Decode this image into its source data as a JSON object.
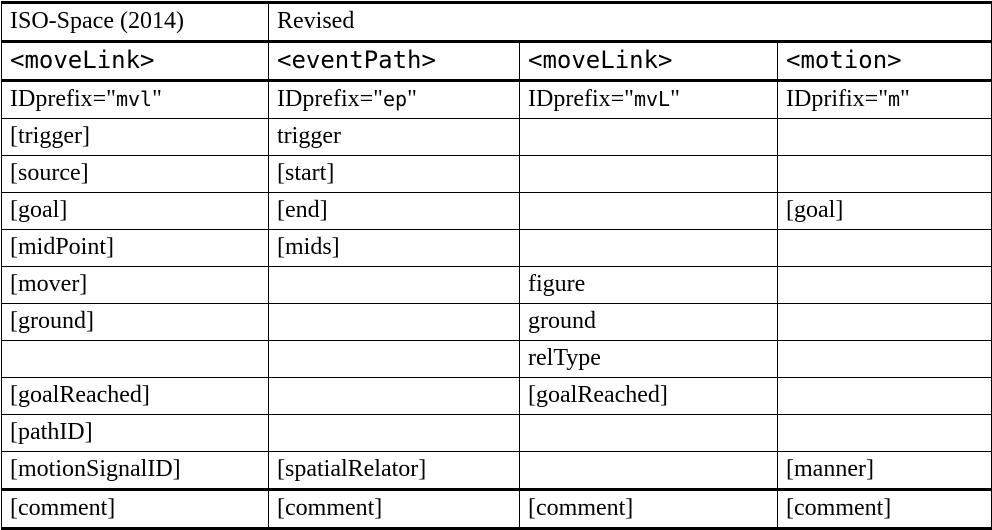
{
  "table": {
    "group_headers": [
      {
        "label": "ISO-Space (2014)",
        "span": 1,
        "align": "left"
      },
      {
        "label": "Revised",
        "span": 3,
        "align": "center"
      }
    ],
    "tag_row": [
      "<moveLink>",
      "<eventPath>",
      "<moveLink>",
      "<motion>"
    ],
    "idprefix_row": [
      {
        "prefix": "IDprefix=",
        "open_quote": "\"",
        "value": "mvl",
        "close_quote": "\""
      },
      {
        "prefix": "IDprefix=",
        "open_quote": "\"",
        "value": "ep",
        "close_quote": "\""
      },
      {
        "prefix": "IDprefix=",
        "open_quote": "\"",
        "value": "mvL",
        "close_quote": "\""
      },
      {
        "prefix": "IDprifix=",
        "open_quote": "\"",
        "value": "m",
        "close_quote": "\""
      }
    ],
    "rows": [
      [
        "[trigger]",
        "trigger",
        "",
        ""
      ],
      [
        "[source]",
        "[start]",
        "",
        ""
      ],
      [
        "[goal]",
        "[end]",
        "",
        "[goal]"
      ],
      [
        "[midPoint]",
        "[mids]",
        "",
        ""
      ],
      [
        "[mover]",
        "",
        "figure",
        ""
      ],
      [
        "[ground]",
        "",
        "ground",
        ""
      ],
      [
        "",
        "",
        "relType",
        ""
      ],
      [
        "[goalReached]",
        "",
        "[goalReached]",
        ""
      ],
      [
        "[pathID]",
        "",
        "",
        ""
      ],
      [
        "[motionSignalID]",
        "[spatialRelator]",
        "",
        "[manner]"
      ],
      [
        "[comment]",
        "[comment]",
        "[comment]",
        "[comment]"
      ]
    ]
  }
}
